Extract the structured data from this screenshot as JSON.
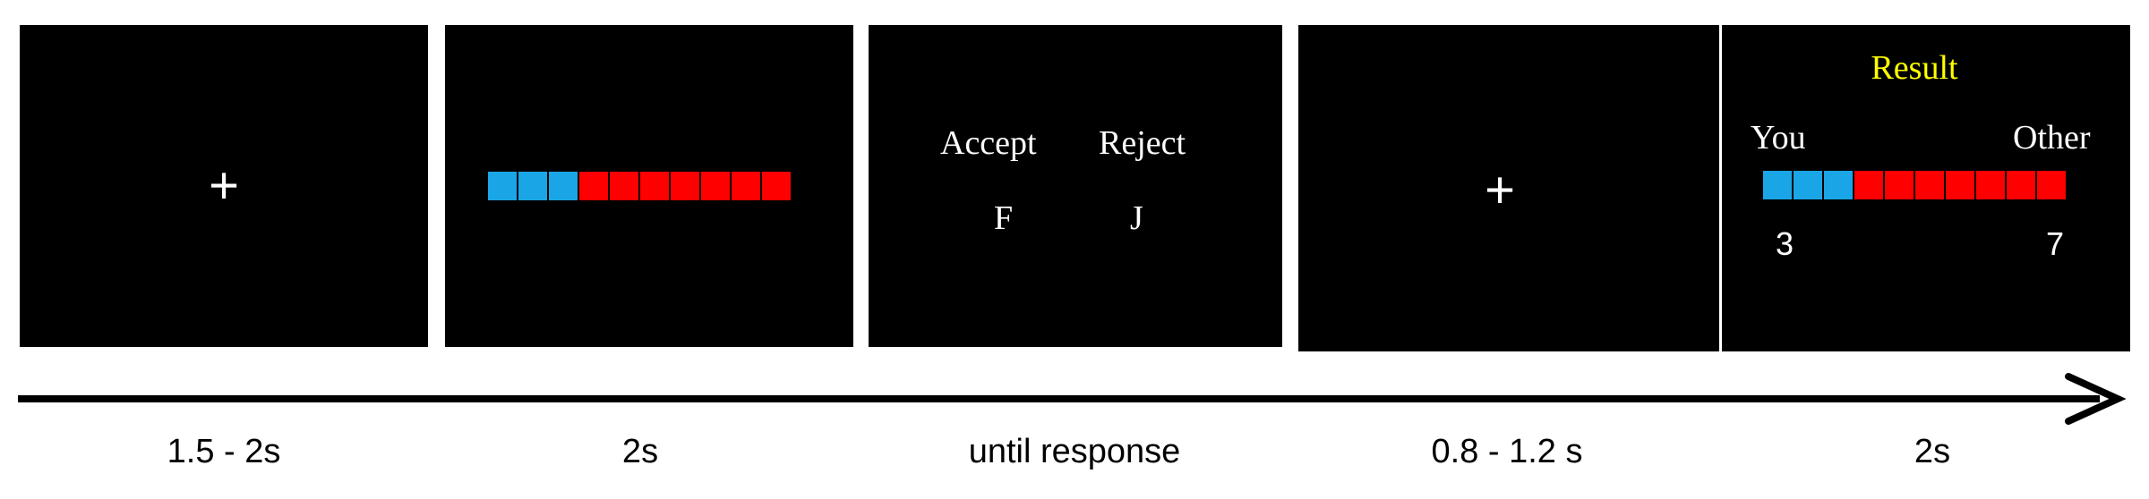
{
  "screens": [
    {
      "fixation": "+"
    },
    {
      "allocation": {
        "self_units": 3,
        "other_units": 7
      }
    },
    {
      "options": {
        "accept": "Accept",
        "reject": "Reject",
        "accept_key": "F",
        "reject_key": "J"
      }
    },
    {
      "fixation": "+"
    },
    {
      "title": "Result",
      "self_label": "You",
      "other_label": "Other",
      "allocation": {
        "self_units": 3,
        "other_units": 7
      },
      "self_count": "3",
      "other_count": "7"
    }
  ],
  "durations": [
    "1.5 - 2s",
    "2s",
    "until response",
    "0.8 - 1.2 s",
    "2s"
  ],
  "colors": {
    "screen_bg": "#000000",
    "self": "#1aa6e6",
    "other": "#ff0000",
    "result_title": "#ffff00",
    "text": "#ffffff"
  }
}
